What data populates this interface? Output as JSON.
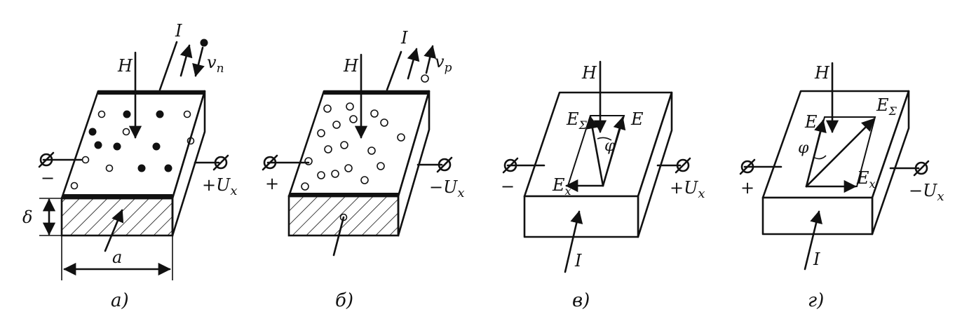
{
  "colors": {
    "ink": "#111111",
    "paper": "#ffffff"
  },
  "panels": [
    {
      "caption": "a)",
      "labels": {
        "H": "H",
        "I": "I",
        "v": "v",
        "v_sub": "n",
        "plus": "+U",
        "plus_sub": "x",
        "minus": "−",
        "delta": "δ",
        "width": "a"
      }
    },
    {
      "caption": "б)",
      "labels": {
        "H": "H",
        "I": "I",
        "v": "v",
        "v_sub": "p",
        "plus": "+",
        "minus": "−U",
        "minus_sub": "x"
      }
    },
    {
      "caption": "в)",
      "labels": {
        "H": "H",
        "I": "I",
        "E": "E",
        "Esum": "E",
        "Esum_sub": "Σ",
        "Ex": "E",
        "Ex_sub": "x",
        "phi": "φ",
        "minus": "−",
        "plus": "+U",
        "plus_sub": "x"
      }
    },
    {
      "caption": "г)",
      "labels": {
        "H": "H",
        "I": "I",
        "E": "E",
        "Esum": "E",
        "Esum_sub": "Σ",
        "Ex": "E",
        "Ex_sub": "x",
        "phi": "φ",
        "plus": "+",
        "minus": "−U",
        "minus_sub": "x"
      }
    }
  ]
}
